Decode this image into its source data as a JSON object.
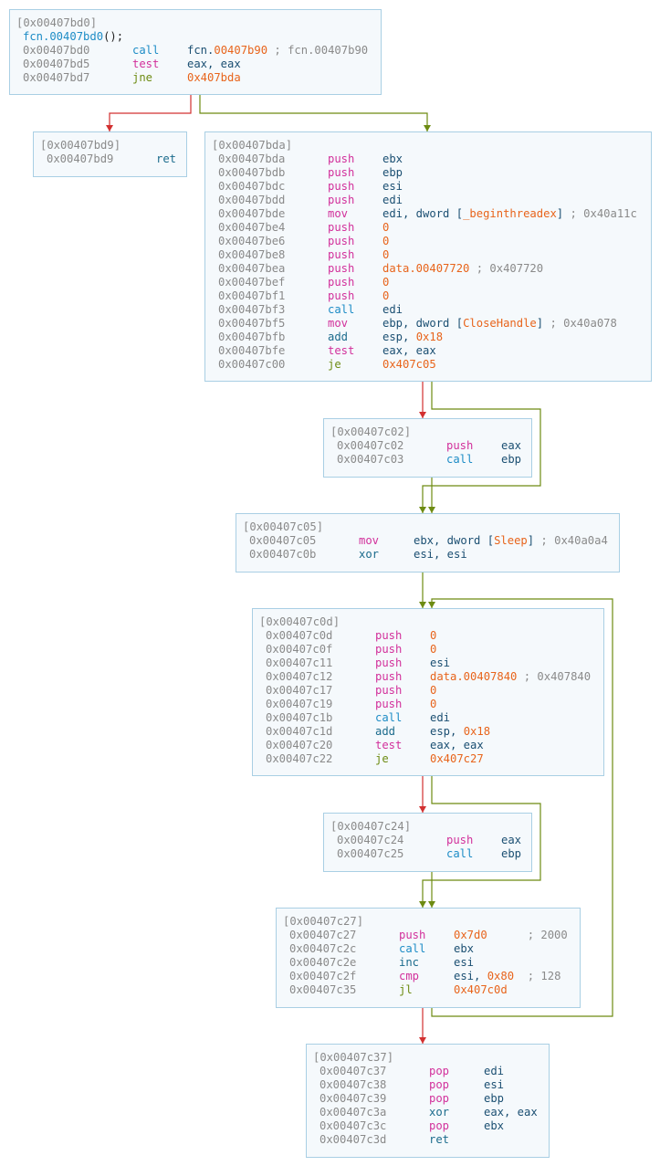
{
  "graph": {
    "function_name": "fcn.00407bd0",
    "function_suffix": "();",
    "colors": {
      "block_bg": "#f5f9fc",
      "block_border": "#a9cfe4",
      "edge_true": "#6d8b12",
      "edge_false": "#d23030",
      "address": "#8a8a8a",
      "number": "#e8641b"
    },
    "blocks": [
      {
        "id": "b0",
        "title": "[0x00407bd0]",
        "lines": [
          {
            "addr": "0x00407bd0",
            "mnem": "call",
            "ops": [
              {
                "t": "fcn.",
                "c": "plain"
              },
              {
                "t": "00407b90",
                "c": "num"
              },
              {
                "t": " ; fcn.00407b90",
                "c": "cmt"
              }
            ]
          },
          {
            "addr": "0x00407bd5",
            "mnem": "test",
            "ops": [
              {
                "t": "eax, eax",
                "c": "reg"
              }
            ]
          },
          {
            "addr": "0x00407bd7",
            "mnem": "jne",
            "ops": [
              {
                "t": "0x407bda",
                "c": "num"
              }
            ]
          }
        ]
      },
      {
        "id": "b1",
        "title": "[0x00407bd9]",
        "lines": [
          {
            "addr": "0x00407bd9",
            "mnem": "ret",
            "ops": []
          }
        ]
      },
      {
        "id": "b2",
        "title": "[0x00407bda]",
        "lines": [
          {
            "addr": "0x00407bda",
            "mnem": "push",
            "ops": [
              {
                "t": "ebx",
                "c": "reg"
              }
            ]
          },
          {
            "addr": "0x00407bdb",
            "mnem": "push",
            "ops": [
              {
                "t": "ebp",
                "c": "reg"
              }
            ]
          },
          {
            "addr": "0x00407bdc",
            "mnem": "push",
            "ops": [
              {
                "t": "esi",
                "c": "reg"
              }
            ]
          },
          {
            "addr": "0x00407bdd",
            "mnem": "push",
            "ops": [
              {
                "t": "edi",
                "c": "reg"
              }
            ]
          },
          {
            "addr": "0x00407bde",
            "mnem": "mov",
            "ops": [
              {
                "t": "edi, dword [",
                "c": "reg"
              },
              {
                "t": "_beginthreadex",
                "c": "sym"
              },
              {
                "t": "]",
                "c": "reg"
              },
              {
                "t": " ; 0x40a11c",
                "c": "cmt"
              }
            ]
          },
          {
            "addr": "0x00407be4",
            "mnem": "push",
            "ops": [
              {
                "t": "0",
                "c": "num"
              }
            ]
          },
          {
            "addr": "0x00407be6",
            "mnem": "push",
            "ops": [
              {
                "t": "0",
                "c": "num"
              }
            ]
          },
          {
            "addr": "0x00407be8",
            "mnem": "push",
            "ops": [
              {
                "t": "0",
                "c": "num"
              }
            ]
          },
          {
            "addr": "0x00407bea",
            "mnem": "push",
            "ops": [
              {
                "t": "data.00407720",
                "c": "num"
              },
              {
                "t": " ; 0x407720",
                "c": "cmt"
              }
            ]
          },
          {
            "addr": "0x00407bef",
            "mnem": "push",
            "ops": [
              {
                "t": "0",
                "c": "num"
              }
            ]
          },
          {
            "addr": "0x00407bf1",
            "mnem": "push",
            "ops": [
              {
                "t": "0",
                "c": "num"
              }
            ]
          },
          {
            "addr": "0x00407bf3",
            "mnem": "call",
            "ops": [
              {
                "t": "edi",
                "c": "reg"
              }
            ]
          },
          {
            "addr": "0x00407bf5",
            "mnem": "mov",
            "ops": [
              {
                "t": "ebp, dword [",
                "c": "reg"
              },
              {
                "t": "CloseHandle",
                "c": "sym"
              },
              {
                "t": "]",
                "c": "reg"
              },
              {
                "t": " ; 0x40a078",
                "c": "cmt"
              }
            ]
          },
          {
            "addr": "0x00407bfb",
            "mnem": "add",
            "ops": [
              {
                "t": "esp, ",
                "c": "reg"
              },
              {
                "t": "0x18",
                "c": "num"
              }
            ]
          },
          {
            "addr": "0x00407bfe",
            "mnem": "test",
            "ops": [
              {
                "t": "eax, eax",
                "c": "reg"
              }
            ]
          },
          {
            "addr": "0x00407c00",
            "mnem": "je",
            "ops": [
              {
                "t": "0x407c05",
                "c": "num"
              }
            ]
          }
        ]
      },
      {
        "id": "b3",
        "title": "[0x00407c02]",
        "lines": [
          {
            "addr": "0x00407c02",
            "mnem": "push",
            "ops": [
              {
                "t": "eax",
                "c": "reg"
              }
            ]
          },
          {
            "addr": "0x00407c03",
            "mnem": "call",
            "ops": [
              {
                "t": "ebp",
                "c": "reg"
              }
            ]
          }
        ]
      },
      {
        "id": "b4",
        "title": "[0x00407c05]",
        "lines": [
          {
            "addr": "0x00407c05",
            "mnem": "mov",
            "ops": [
              {
                "t": "ebx, dword [",
                "c": "reg"
              },
              {
                "t": "Sleep",
                "c": "sym"
              },
              {
                "t": "]",
                "c": "reg"
              },
              {
                "t": " ; 0x40a0a4",
                "c": "cmt"
              }
            ]
          },
          {
            "addr": "0x00407c0b",
            "mnem": "xor",
            "ops": [
              {
                "t": "esi, esi",
                "c": "reg"
              }
            ]
          }
        ]
      },
      {
        "id": "b5",
        "title": "[0x00407c0d]",
        "lines": [
          {
            "addr": "0x00407c0d",
            "mnem": "push",
            "ops": [
              {
                "t": "0",
                "c": "num"
              }
            ]
          },
          {
            "addr": "0x00407c0f",
            "mnem": "push",
            "ops": [
              {
                "t": "0",
                "c": "num"
              }
            ]
          },
          {
            "addr": "0x00407c11",
            "mnem": "push",
            "ops": [
              {
                "t": "esi",
                "c": "reg"
              }
            ]
          },
          {
            "addr": "0x00407c12",
            "mnem": "push",
            "ops": [
              {
                "t": "data.00407840",
                "c": "num"
              },
              {
                "t": " ; 0x407840",
                "c": "cmt"
              }
            ]
          },
          {
            "addr": "0x00407c17",
            "mnem": "push",
            "ops": [
              {
                "t": "0",
                "c": "num"
              }
            ]
          },
          {
            "addr": "0x00407c19",
            "mnem": "push",
            "ops": [
              {
                "t": "0",
                "c": "num"
              }
            ]
          },
          {
            "addr": "0x00407c1b",
            "mnem": "call",
            "ops": [
              {
                "t": "edi",
                "c": "reg"
              }
            ]
          },
          {
            "addr": "0x00407c1d",
            "mnem": "add",
            "ops": [
              {
                "t": "esp, ",
                "c": "reg"
              },
              {
                "t": "0x18",
                "c": "num"
              }
            ]
          },
          {
            "addr": "0x00407c20",
            "mnem": "test",
            "ops": [
              {
                "t": "eax, eax",
                "c": "reg"
              }
            ]
          },
          {
            "addr": "0x00407c22",
            "mnem": "je",
            "ops": [
              {
                "t": "0x407c27",
                "c": "num"
              }
            ]
          }
        ]
      },
      {
        "id": "b6",
        "title": "[0x00407c24]",
        "lines": [
          {
            "addr": "0x00407c24",
            "mnem": "push",
            "ops": [
              {
                "t": "eax",
                "c": "reg"
              }
            ]
          },
          {
            "addr": "0x00407c25",
            "mnem": "call",
            "ops": [
              {
                "t": "ebp",
                "c": "reg"
              }
            ]
          }
        ]
      },
      {
        "id": "b7",
        "title": "[0x00407c27]",
        "lines": [
          {
            "addr": "0x00407c27",
            "mnem": "push",
            "ops": [
              {
                "t": "0x7d0",
                "c": "num"
              },
              {
                "t": "      ; 2000",
                "c": "cmt"
              }
            ]
          },
          {
            "addr": "0x00407c2c",
            "mnem": "call",
            "ops": [
              {
                "t": "ebx",
                "c": "reg"
              }
            ]
          },
          {
            "addr": "0x00407c2e",
            "mnem": "inc",
            "ops": [
              {
                "t": "esi",
                "c": "reg"
              }
            ]
          },
          {
            "addr": "0x00407c2f",
            "mnem": "cmp",
            "ops": [
              {
                "t": "esi, ",
                "c": "reg"
              },
              {
                "t": "0x80",
                "c": "num"
              },
              {
                "t": "  ; 128",
                "c": "cmt"
              }
            ]
          },
          {
            "addr": "0x00407c35",
            "mnem": "jl",
            "ops": [
              {
                "t": "0x407c0d",
                "c": "num"
              }
            ]
          }
        ]
      },
      {
        "id": "b8",
        "title": "[0x00407c37]",
        "lines": [
          {
            "addr": "0x00407c37",
            "mnem": "pop",
            "ops": [
              {
                "t": "edi",
                "c": "reg"
              }
            ]
          },
          {
            "addr": "0x00407c38",
            "mnem": "pop",
            "ops": [
              {
                "t": "esi",
                "c": "reg"
              }
            ]
          },
          {
            "addr": "0x00407c39",
            "mnem": "pop",
            "ops": [
              {
                "t": "ebp",
                "c": "reg"
              }
            ]
          },
          {
            "addr": "0x00407c3a",
            "mnem": "xor",
            "ops": [
              {
                "t": "eax, eax",
                "c": "reg"
              }
            ]
          },
          {
            "addr": "0x00407c3c",
            "mnem": "pop",
            "ops": [
              {
                "t": "ebx",
                "c": "reg"
              }
            ]
          },
          {
            "addr": "0x00407c3d",
            "mnem": "ret",
            "ops": []
          }
        ]
      }
    ],
    "edges": [
      {
        "from": "b0",
        "to": "b1",
        "kind": "false"
      },
      {
        "from": "b0",
        "to": "b2",
        "kind": "true"
      },
      {
        "from": "b2",
        "to": "b3",
        "kind": "false"
      },
      {
        "from": "b2",
        "to": "b4",
        "kind": "true"
      },
      {
        "from": "b3",
        "to": "b4",
        "kind": "true"
      },
      {
        "from": "b4",
        "to": "b5",
        "kind": "true"
      },
      {
        "from": "b5",
        "to": "b6",
        "kind": "false"
      },
      {
        "from": "b5",
        "to": "b7",
        "kind": "true"
      },
      {
        "from": "b6",
        "to": "b7",
        "kind": "true"
      },
      {
        "from": "b7",
        "to": "b8",
        "kind": "false"
      },
      {
        "from": "b7",
        "to": "b5",
        "kind": "true"
      }
    ]
  }
}
